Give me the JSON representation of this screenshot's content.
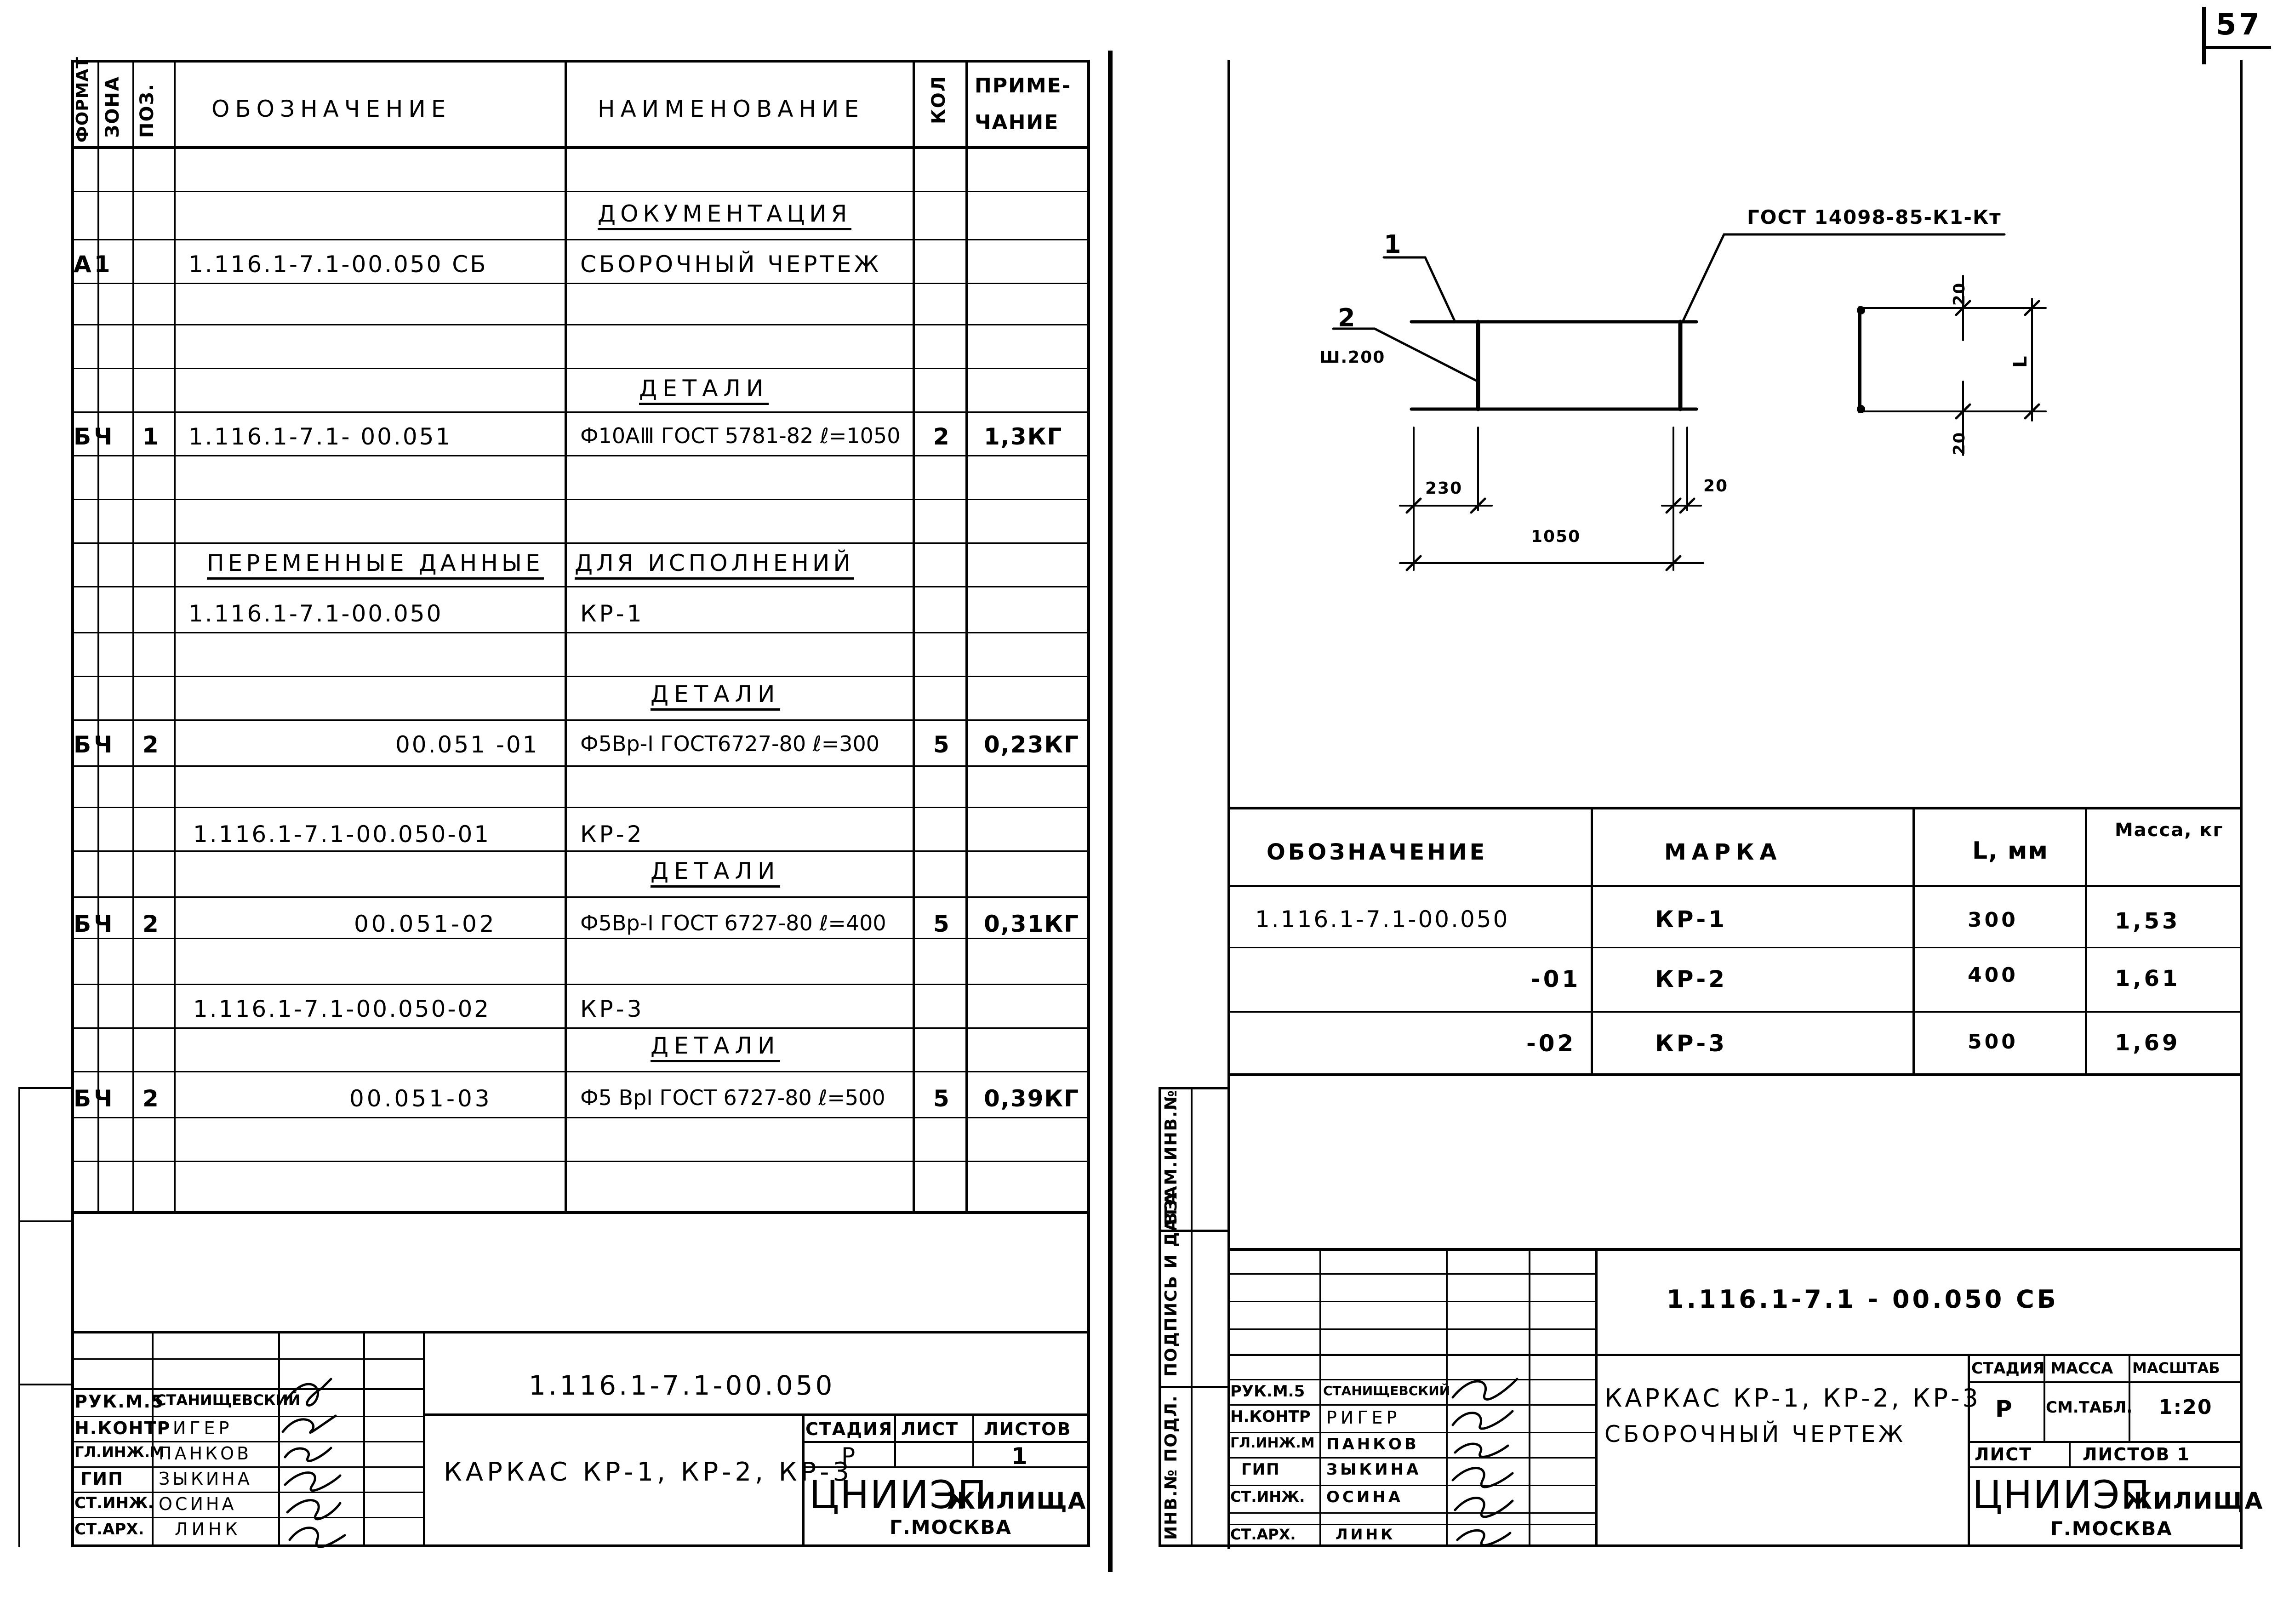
{
  "page_number": "57",
  "left_sheet": {
    "headers": {
      "format": "ФОРМАТ",
      "zone": "ЗОНА",
      "pos": "ПОЗ.",
      "designation": "ОБОЗНАЧЕНИЕ",
      "name": "НАИМЕНОВАНИЕ",
      "qty": "КОЛ",
      "note_line1": "ПРИМЕ-",
      "note_line2": "ЧАНИЕ"
    },
    "rows": {
      "section_doc": "ДОКУМЕНТАЦИЯ",
      "r1_format": "А1",
      "r1_designation": "1.116.1-7.1-00.050 СБ",
      "r1_name": "СБОРОЧНЫЙ ЧЕРТЕЖ",
      "section_details1": "ДЕТАЛИ",
      "r2_format": "БЧ",
      "r2_pos": "1",
      "r2_designation": "1.116.1-7.1-   00.051",
      "r2_name": "Ф10АⅢ ГОСТ 5781-82 ℓ=1050",
      "r2_qty": "2",
      "r2_note": "1,3КГ",
      "var_title_left": "ПЕРЕМЕННЫЕ ДАННЫЕ",
      "var_title_right": "ДЛЯ ИСПОЛНЕНИЙ",
      "v1_designation": "1.116.1-7.1-00.050",
      "v1_name": "КР-1",
      "section_details2": "ДЕТАЛИ",
      "r3_format": "БЧ",
      "r3_pos": "2",
      "r3_designation": "00.051 -01",
      "r3_name": "Ф5Вр-I ГОСТ6727-80 ℓ=300",
      "r3_qty": "5",
      "r3_note": "0,23КГ",
      "v2_designation": "1.116.1-7.1-00.050-01",
      "v2_name": "КР-2",
      "section_details3": "ДЕТАЛИ",
      "r4_format": "БЧ",
      "r4_pos": "2",
      "r4_designation": "00.051-02",
      "r4_name": "Ф5Вр-I ГОСТ 6727-80 ℓ=400",
      "r4_qty": "5",
      "r4_note": "0,31КГ",
      "v3_designation": "1.116.1-7.1-00.050-02",
      "v3_name": "КР-3",
      "section_details4": "ДЕТАЛИ",
      "r5_format": "БЧ",
      "r5_pos": "2",
      "r5_designation": "00.051-03",
      "r5_name": "Ф5 ВрI ГОСТ 6727-80 ℓ=500",
      "r5_qty": "5",
      "r5_note": "0,39КГ"
    },
    "title_block": {
      "code": "1.116.1-7.1-00.050",
      "title": "КАРКАС КР-1, КР-2, КР-3",
      "stage_label": "СТАДИЯ",
      "sheet_label": "ЛИСТ",
      "sheets_label": "ЛИСТОВ",
      "stage": "Р",
      "sheets": "1",
      "org": "ЦНИИЭП",
      "org_suffix": "ЖИЛИЩА",
      "city": "Г.МОСКВА",
      "roles": [
        "РУК.М.5",
        "Н.КОНТР",
        "ГЛ.ИНЖ.М",
        "ГИП",
        "СТ.ИНЖ.",
        "СТ.АРХ."
      ],
      "names": [
        "СТАНИЩЕВСКИЙ",
        "РИГЕР",
        "ПАНКОВ",
        "ЗЫКИНА",
        "ОСИНА",
        "ЛИНК"
      ]
    }
  },
  "right_sheet": {
    "drawing": {
      "leader1": "1",
      "leader2": "2",
      "weld_label": "ГОСТ 14098-85-К1-Кт",
      "spacing": "Ш.200",
      "dim_230": "230",
      "dim_1050": "1050",
      "dim_20_a": "20",
      "dim_20_b": "20",
      "dim_20_c": "20",
      "dim_L": "L"
    },
    "variants_table": {
      "headers": [
        "ОБОЗНАЧЕНИЕ",
        "МАРКА",
        "L, мм",
        "Масса, кг"
      ],
      "rows": [
        [
          "1.116.1-7.1-00.050",
          "КР-1",
          "300",
          "1,53"
        ],
        [
          "-01",
          "КР-2",
          "400",
          "1,61"
        ],
        [
          "-02",
          "КР-3",
          "500",
          "1,69"
        ]
      ]
    },
    "side_stamp": {
      "inv_orig": "ИНВ.№ ПОДЛ.",
      "sign_date": "ПОДПИСЬ И ДАТА",
      "inv_replace": "ВЗАМ.ИНВ.№"
    },
    "title_block": {
      "code": "1.116.1-7.1 - 00.050 СБ",
      "title_line1": "КАРКАС КР-1, КР-2, КР-3",
      "title_line2": "СБОРОЧНЫЙ ЧЕРТЕЖ",
      "stage_label": "СТАДИЯ",
      "mass_label": "МАССА",
      "scale_label": "МАСШТАБ",
      "stage": "Р",
      "mass": "СМ.ТАБЛ.",
      "scale": "1:20",
      "sheet_label": "ЛИСТ",
      "sheets_label": "ЛИСТОВ 1",
      "org": "ЦНИИЭП",
      "org_suffix": "ЖИЛИЩА",
      "city": "Г.МОСКВА",
      "roles": [
        "РУК.М.5",
        "Н.КОНТР",
        "ГЛ.ИНЖ.М",
        "ГИП",
        "СТ.ИНЖ.",
        "СТ.АРХ."
      ],
      "names": [
        "СТАНИЩЕВСКИЙ",
        "РИГЕР",
        "ПАНКОВ",
        "ЗЫКИНА",
        "ОСИНА",
        "ЛИНК"
      ]
    }
  }
}
